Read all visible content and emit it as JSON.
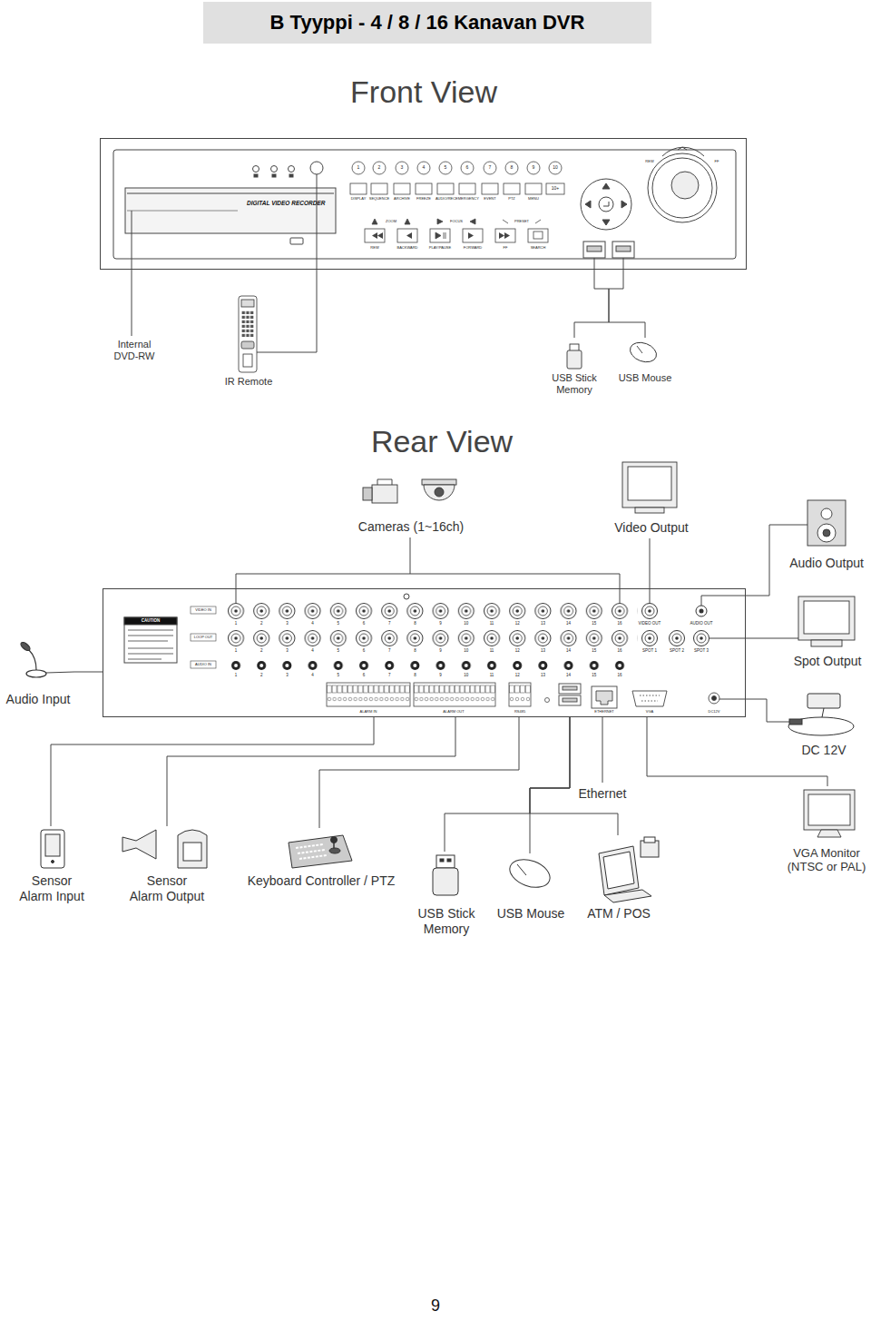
{
  "diagram": {
    "title": "B Tyyppi - 4 / 8 / 16 Kanavan DVR",
    "nodes": [
      {
        "text": [
          "DIGITAL VIDEO RECORDER"
        ]
      },
      {
        "text": [
          "Internal DVD-RW"
        ]
      },
      {
        "text": [
          "IR Remote"
        ]
      },
      {
        "text": [
          "USB Stick Memory"
        ]
      },
      {
        "text": [
          "USB Mouse"
        ]
      },
      {
        "text": [
          "Cameras (1~16ch)"
        ]
      },
      {
        "text": [
          "Video Output"
        ]
      },
      {
        "text": [
          "Audio Output"
        ]
      },
      {
        "text": [
          "CAUTION"
        ]
      },
      {
        "text": [
          "Spot Output"
        ]
      },
      {
        "text": [
          "Audio Input"
        ]
      },
      {
        "text": [
          "DC 12V"
        ]
      },
      {
        "text": [
          "Sensor Alarm Input"
        ]
      },
      {
        "text": [
          "Sensor Alarm Output"
        ]
      },
      {
        "text": [
          "Keyboard Controller / PTZ"
        ]
      },
      {
        "text": [
          "USB Stick Memory"
        ]
      },
      {
        "text": [
          "USB Mouse"
        ]
      },
      {
        "text": [
          "ATM / POS"
        ]
      },
      {
        "text": [
          "VGA Monitor (NTSC or PAL)"
        ]
      }
    ],
    "edges": [
      {
        "from": 0,
        "to": 1,
        "arrow": "none"
      },
      {
        "from": 0,
        "to": 2,
        "arrow": "none"
      },
      {
        "from": 0,
        "to": 3,
        "arrow": "none"
      },
      {
        "from": 0,
        "to": 4,
        "arrow": "none"
      },
      {
        "from": 5,
        "to": 8,
        "arrow": "none"
      },
      {
        "from": 8,
        "to": 6,
        "arrow": "none"
      },
      {
        "from": 8,
        "to": 7,
        "arrow": "none"
      },
      {
        "from": 8,
        "to": 9,
        "arrow": "none"
      },
      {
        "from": 10,
        "to": 8,
        "arrow": "none"
      },
      {
        "from": 11,
        "to": 8,
        "arrow": "none"
      },
      {
        "from": 12,
        "to": 8,
        "arrow": "none"
      },
      {
        "from": 8,
        "to": 13,
        "arrow": "none"
      },
      {
        "from": 8,
        "to": 14,
        "arrow": "none"
      },
      {
        "from": 8,
        "to": 15,
        "arrow": "none"
      },
      {
        "from": 8,
        "to": 16,
        "arrow": "none"
      },
      {
        "from": 8,
        "to": 17,
        "arrow": "none"
      },
      {
        "from": 8,
        "to": 18,
        "arrow": "none"
      }
    ],
    "labels": [
      "Front View",
      "Rear View",
      "1",
      "2",
      "3",
      "4",
      "5",
      "6",
      "7",
      "8",
      "9",
      "10",
      "DISPLAY",
      "SEQUENCE",
      "ARCHIVE",
      "FREEZE",
      "AUDIO/REC",
      "EMERGENCY",
      "EVENT",
      "PTZ",
      "MENU",
      "10+",
      "ZOOM",
      "FOCUS",
      "PRESET",
      "REW",
      "BACKWARD",
      "PLAY/PAUSE",
      "FORWARD",
      "FF",
      "SEARCH",
      "REW",
      "FF",
      "VIDEO IN",
      "LOOP OUT",
      "AUDIO IN",
      "1",
      "2",
      "3",
      "4",
      "5",
      "6",
      "7",
      "8",
      "9",
      "10",
      "11",
      "12",
      "13",
      "14",
      "15",
      "16",
      "VIDEO OUT",
      "1",
      "2",
      "3",
      "4",
      "5",
      "6",
      "7",
      "8",
      "9",
      "10",
      "11",
      "12",
      "13",
      "14",
      "15",
      "16",
      "SPOT 1",
      "SPOT 2",
      "SPOT 3",
      "AUDIO OUT",
      "1",
      "2",
      "3",
      "4",
      "5",
      "6",
      "7",
      "8",
      "9",
      "10",
      "11",
      "12",
      "13",
      "14",
      "15",
      "16",
      "ALARM IN",
      "ALARM OUT",
      "RS485",
      "ETHERNET",
      "VGA",
      "DC12V",
      "Ethernet",
      "9"
    ]
  }
}
